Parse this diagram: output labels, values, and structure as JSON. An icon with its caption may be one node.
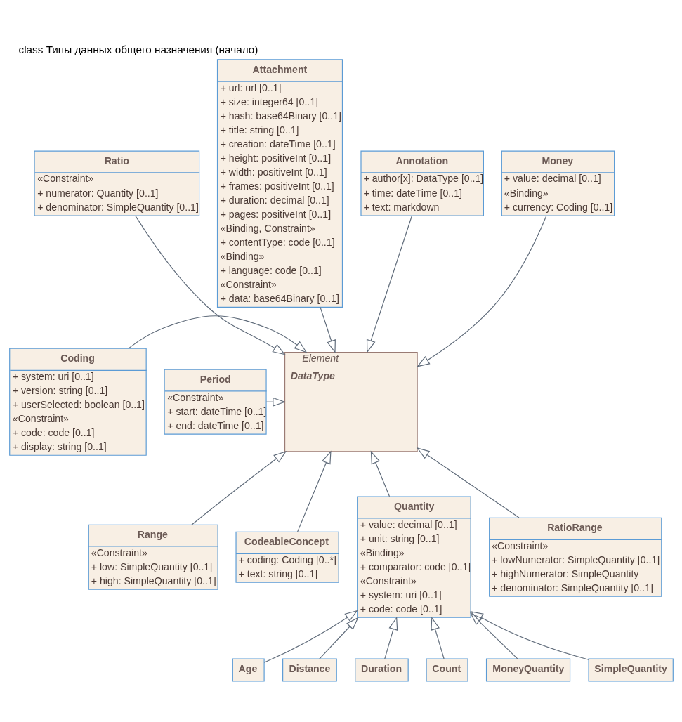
{
  "diagram": {
    "title": "class Типы данных общего назначения (начало)",
    "nodes": [
      {
        "text": [
          "Ratio",
          "«Constraint»",
          "+ numerator: Quantity [0..1]",
          "+ denominator: SimpleQuantity [0..1]"
        ]
      },
      {
        "text": [
          "Attachment",
          "+ url: url [0..1]",
          "+ size: integer64 [0..1]",
          "+ hash: base64Binary [0..1]",
          "+ title: string [0..1]",
          "+ creation: dateTime [0..1]",
          "+ height: positiveInt [0..1]",
          "+ width: positiveInt [0..1]",
          "+ frames: positiveInt [0..1]",
          "+ duration: decimal [0..1]",
          "+ pages: positiveInt [0..1]",
          "«Binding, Constraint»",
          "+ contentType: code [0..1]",
          "«Binding»",
          "+ language: code [0..1]",
          "«Constraint»",
          "+ data: base64Binary [0..1]"
        ]
      },
      {
        "text": [
          "Annotation",
          "+ author[x]: DataType [0..1]",
          "+ time: dateTime [0..1]",
          "+ text: markdown"
        ]
      },
      {
        "text": [
          "Money",
          "+ value: decimal [0..1]",
          "«Binding»",
          "+ currency: Coding [0..1]"
        ]
      },
      {
        "text": [
          "Coding",
          "+ system: uri [0..1]",
          "+ version: string [0..1]",
          "+ userSelected: boolean [0..1]",
          "«Constraint»",
          "+ code: code [0..1]",
          "+ display: string [0..1]"
        ]
      },
      {
        "text": [
          "Element",
          "DataType"
        ]
      },
      {
        "text": [
          "Period",
          "«Constraint»",
          "+ start: dateTime [0..1]",
          "+ end: dateTime [0..1]"
        ]
      },
      {
        "text": [
          "Range",
          "«Constraint»",
          "+ low: SimpleQuantity [0..1]",
          "+ high: SimpleQuantity [0..1]"
        ]
      },
      {
        "text": [
          "CodeableConcept",
          "+ coding: Coding [0..*]",
          "+ text: string [0..1]"
        ]
      },
      {
        "text": [
          "Quantity",
          "+ value: decimal [0..1]",
          "+ unit: string [0..1]",
          "«Binding»",
          "+ comparator: code [0..1]",
          "«Constraint»",
          "+ system: uri [0..1]",
          "+ code: code [0..1]"
        ]
      },
      {
        "text": [
          "RatioRange",
          "«Constraint»",
          "+ lowNumerator: SimpleQuantity [0..1]",
          "+ highNumerator: SimpleQuantity",
          "+ denominator: SimpleQuantity [0..1]"
        ]
      },
      {
        "text": [
          "Age"
        ]
      },
      {
        "text": [
          "Distance"
        ]
      },
      {
        "text": [
          "Duration"
        ]
      },
      {
        "text": [
          "Count"
        ]
      },
      {
        "text": [
          "MoneyQuantity"
        ]
      },
      {
        "text": [
          "SimpleQuantity"
        ]
      }
    ],
    "edges": [
      {
        "from": 0,
        "to": 5,
        "arrow": "to"
      },
      {
        "from": 1,
        "to": 5,
        "arrow": "to"
      },
      {
        "from": 2,
        "to": 5,
        "arrow": "to"
      },
      {
        "from": 3,
        "to": 5,
        "arrow": "to"
      },
      {
        "from": 4,
        "to": 5,
        "arrow": "to"
      },
      {
        "from": 6,
        "to": 5,
        "arrow": "to"
      },
      {
        "from": 7,
        "to": 5,
        "arrow": "to"
      },
      {
        "from": 8,
        "to": 5,
        "arrow": "to"
      },
      {
        "from": 9,
        "to": 5,
        "arrow": "to"
      },
      {
        "from": 10,
        "to": 5,
        "arrow": "to"
      },
      {
        "from": 11,
        "to": 9,
        "arrow": "to"
      },
      {
        "from": 12,
        "to": 9,
        "arrow": "to"
      },
      {
        "from": 13,
        "to": 9,
        "arrow": "to"
      },
      {
        "from": 14,
        "to": 9,
        "arrow": "to"
      },
      {
        "from": 15,
        "to": 9,
        "arrow": "to"
      },
      {
        "from": 16,
        "to": 9,
        "arrow": "to"
      }
    ]
  }
}
